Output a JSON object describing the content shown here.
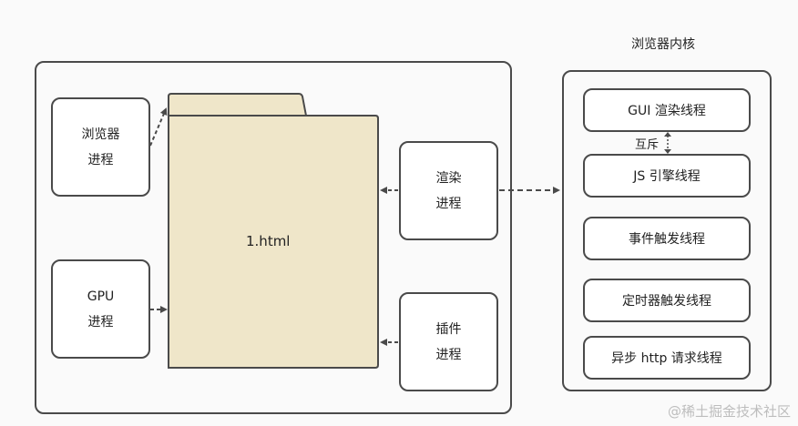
{
  "browser": {
    "processes": {
      "browser_process": {
        "line1": "浏览器",
        "line2": "进程"
      },
      "gpu_process": {
        "line1": "GPU",
        "line2": "进程"
      },
      "renderer_process": {
        "line1": "渲染",
        "line2": "进程"
      },
      "plugin_process": {
        "line1": "插件",
        "line2": "进程"
      }
    },
    "document": {
      "label": "1.html"
    }
  },
  "kernel": {
    "title": "浏览器内核",
    "threads": [
      "GUI 渲染线程",
      "JS 引擎线程",
      "事件触发线程",
      "定时器触发线程",
      "异步 http 请求线程"
    ],
    "mutex_label": "互斥"
  },
  "colors": {
    "folder_fill": "#efe6c9",
    "stroke": "#4a4a4a",
    "background": "#fafafa"
  },
  "watermark": "@稀土掘金技术社区"
}
